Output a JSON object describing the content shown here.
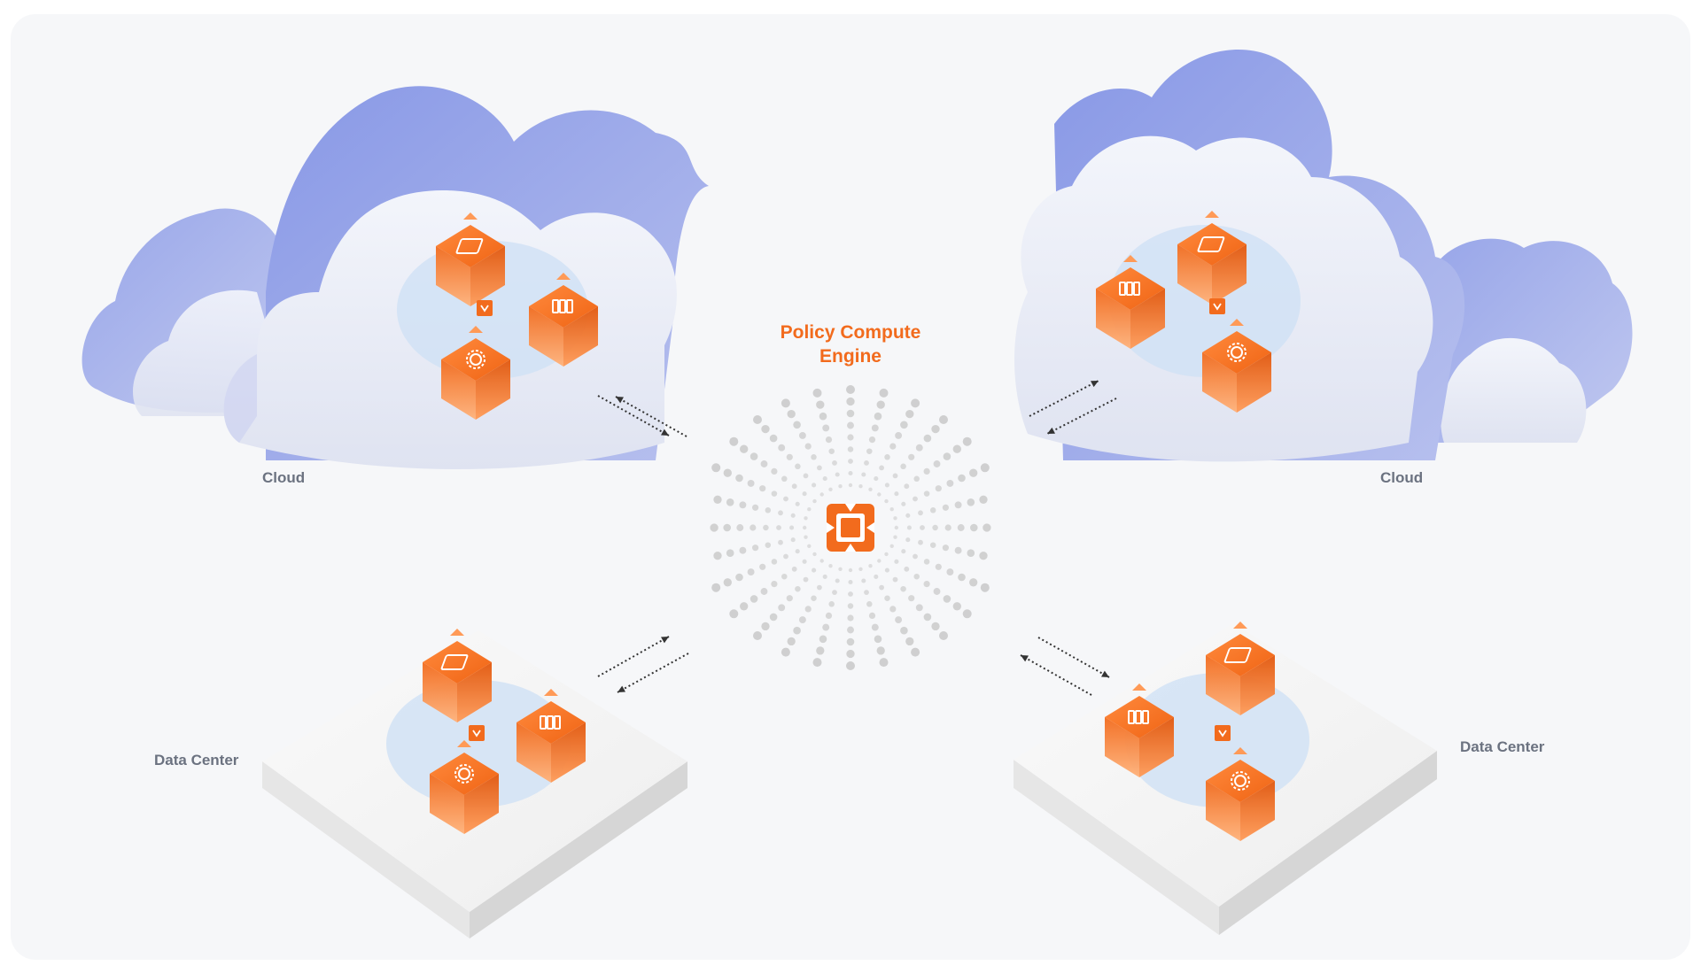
{
  "engine": {
    "title_line1": "Policy Compute",
    "title_line2": "Engine",
    "icon": "refresh-cycle-icon"
  },
  "environments": [
    {
      "id": "cloud-left",
      "label": "Cloud",
      "kind": "cloud"
    },
    {
      "id": "cloud-right",
      "label": "Cloud",
      "kind": "cloud"
    },
    {
      "id": "datacenter-left",
      "label": "Data Center",
      "kind": "datacenter"
    },
    {
      "id": "datacenter-right",
      "label": "Data Center",
      "kind": "datacenter"
    }
  ],
  "node_icons": [
    "window-icon",
    "server-rack-icon",
    "gear-icon",
    "policy-agent-icon"
  ],
  "colors": {
    "accent": "#f26b1d",
    "cloud": "#8f9de8",
    "zone": "#cfe1f5",
    "label": "#6b7280",
    "background": "#f6f7f9"
  }
}
